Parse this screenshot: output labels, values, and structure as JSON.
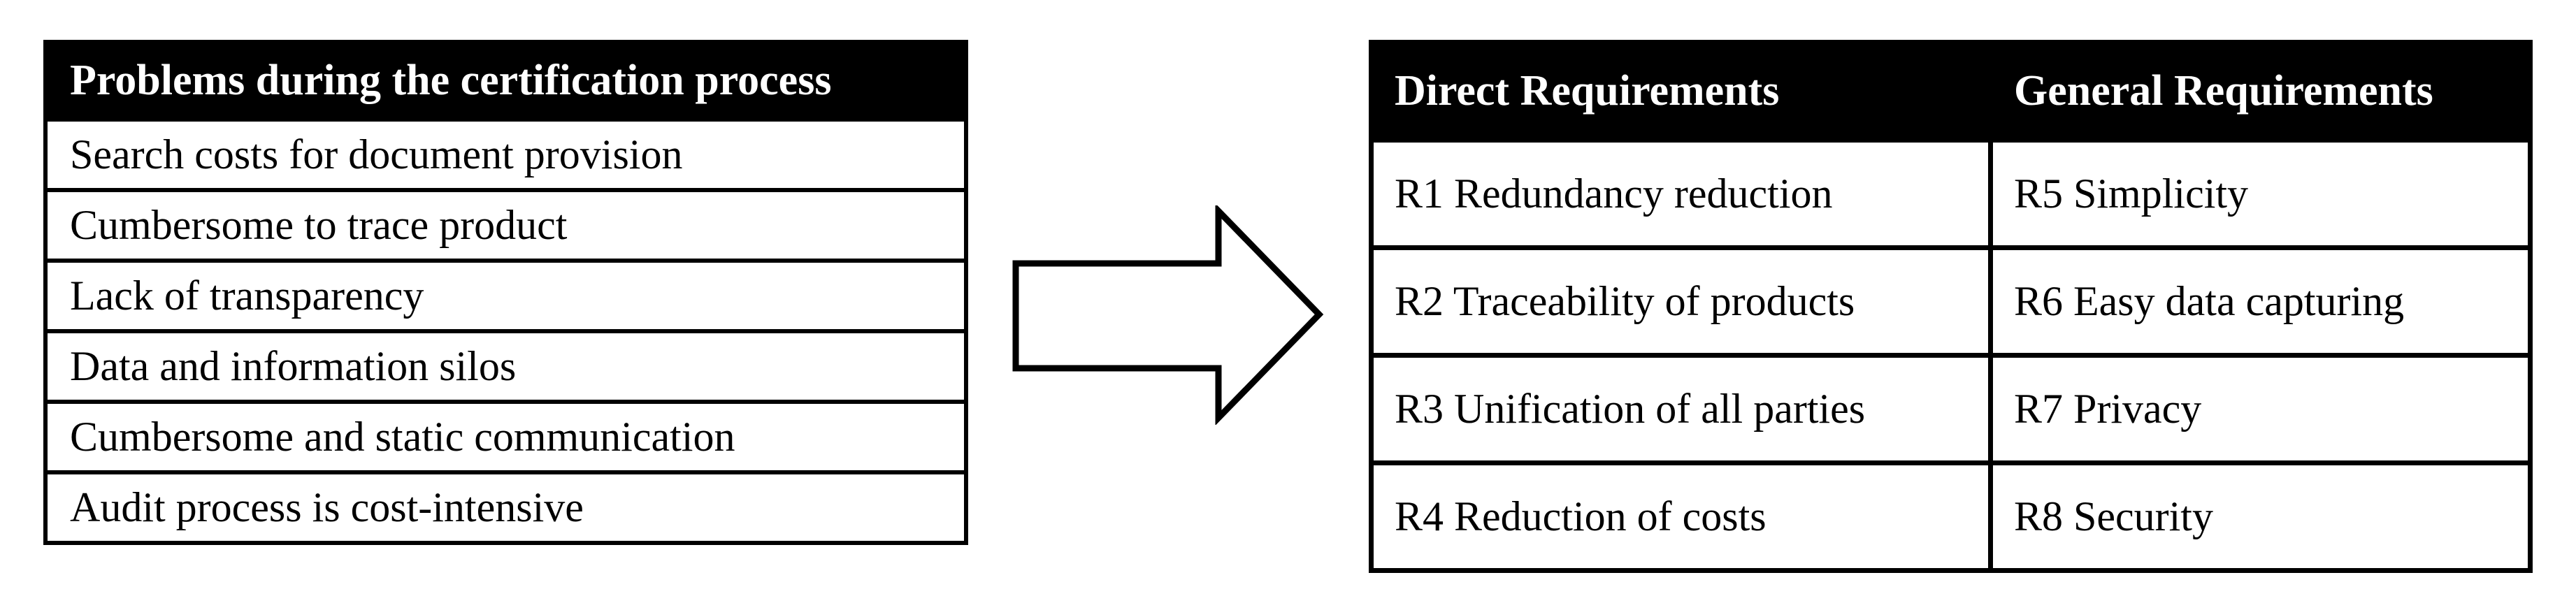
{
  "problems_table": {
    "header": "Problems during the certification process",
    "rows": [
      "Search costs for document provision",
      "Cumbersome to trace product",
      "Lack of transparency",
      "Data and information silos",
      "Cumbersome and static communication",
      "Audit process is cost-intensive"
    ]
  },
  "arrow": {
    "icon": "right-arrow"
  },
  "requirements_table": {
    "headers": {
      "direct": "Direct Requirements",
      "general": "General Requirements"
    },
    "rows": [
      {
        "direct": "R1 Redundancy reduction",
        "general": "R5 Simplicity"
      },
      {
        "direct": "R2 Traceability of products",
        "general": "R6 Easy data capturing"
      },
      {
        "direct": "R3 Unification of all parties",
        "general": "R7 Privacy"
      },
      {
        "direct": "R4 Reduction of costs",
        "general": "R8 Security"
      }
    ]
  },
  "colors": {
    "header_bg": "#000000",
    "header_text": "#ffffff",
    "cell_bg": "#ffffff",
    "cell_text": "#000000",
    "border": "#000000",
    "background": "#ffffff"
  }
}
